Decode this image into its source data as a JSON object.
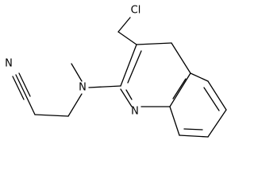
{
  "molecule": {
    "atom_labels": {
      "chlorine": "Cl",
      "nitrile_nitrogen": "N",
      "amine_nitrogen": "N",
      "ring_nitrogen": "N"
    },
    "colors": {
      "bond": "#000000",
      "label": "#000000",
      "background": "#ffffff"
    }
  }
}
